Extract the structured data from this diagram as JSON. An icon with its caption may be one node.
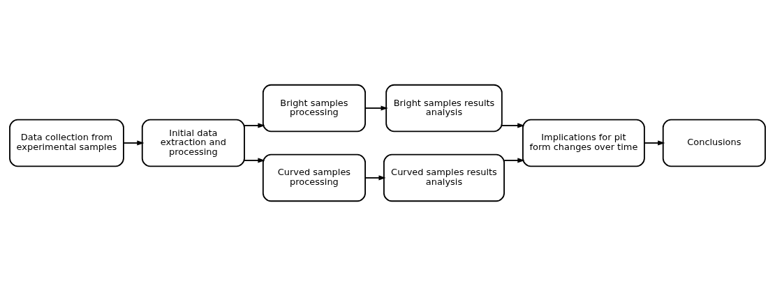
{
  "diagram": {
    "nodes": [
      {
        "text": [
          "Data collection from experimental samples"
        ]
      },
      {
        "text": [
          "Initial data extraction and processing"
        ]
      },
      {
        "text": [
          "Bright samples processing"
        ]
      },
      {
        "text": [
          "Bright samples results analysis"
        ]
      },
      {
        "text": [
          "Curved samples processing"
        ]
      },
      {
        "text": [
          "Curved samples results analysis"
        ]
      },
      {
        "text": [
          "Implications for pit form changes over time"
        ]
      },
      {
        "text": [
          "Conclusions"
        ]
      }
    ],
    "edges": [
      {
        "from": 0,
        "to": 1,
        "arrow": "to"
      },
      {
        "from": 1,
        "to": 2,
        "arrow": "to"
      },
      {
        "from": 1,
        "to": 4,
        "arrow": "to"
      },
      {
        "from": 2,
        "to": 3,
        "arrow": "to"
      },
      {
        "from": 4,
        "to": 5,
        "arrow": "to"
      },
      {
        "from": 3,
        "to": 6,
        "arrow": "to"
      },
      {
        "from": 5,
        "to": 6,
        "arrow": "to"
      },
      {
        "from": 6,
        "to": 7,
        "arrow": "to"
      }
    ]
  }
}
